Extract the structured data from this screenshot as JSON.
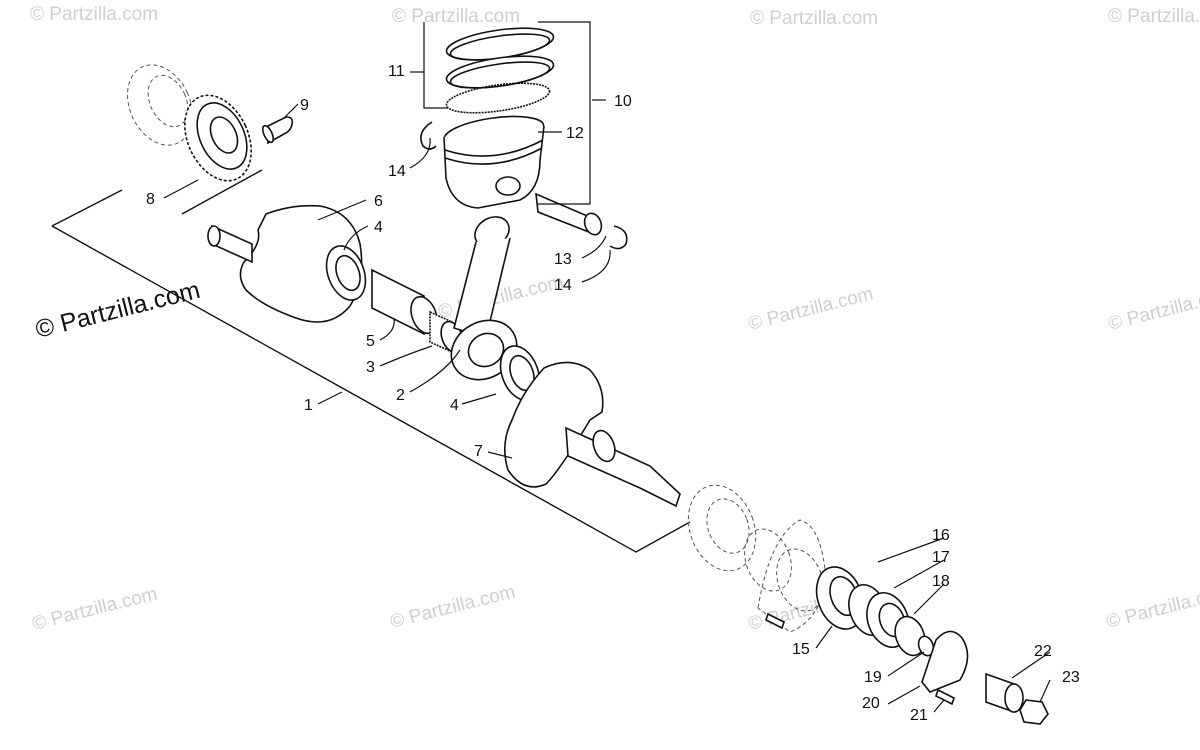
{
  "watermark": {
    "text": "© Partzilla.com",
    "text_left": "© Partzilla.com"
  },
  "callouts": {
    "c1": "1",
    "c2": "2",
    "c3": "3",
    "c4a": "4",
    "c4b": "4",
    "c5": "5",
    "c6": "6",
    "c7": "7",
    "c8": "8",
    "c9": "9",
    "c10": "10",
    "c11": "11",
    "c12": "12",
    "c13": "13",
    "c14a": "14",
    "c14b": "14",
    "c15": "15",
    "c16": "16",
    "c17": "17",
    "c18": "18",
    "c19": "19",
    "c20": "20",
    "c21": "21",
    "c22": "22",
    "c23": "23"
  },
  "colors": {
    "ink": "#111111",
    "watermark": "#cfcfcf",
    "background": "#ffffff"
  }
}
